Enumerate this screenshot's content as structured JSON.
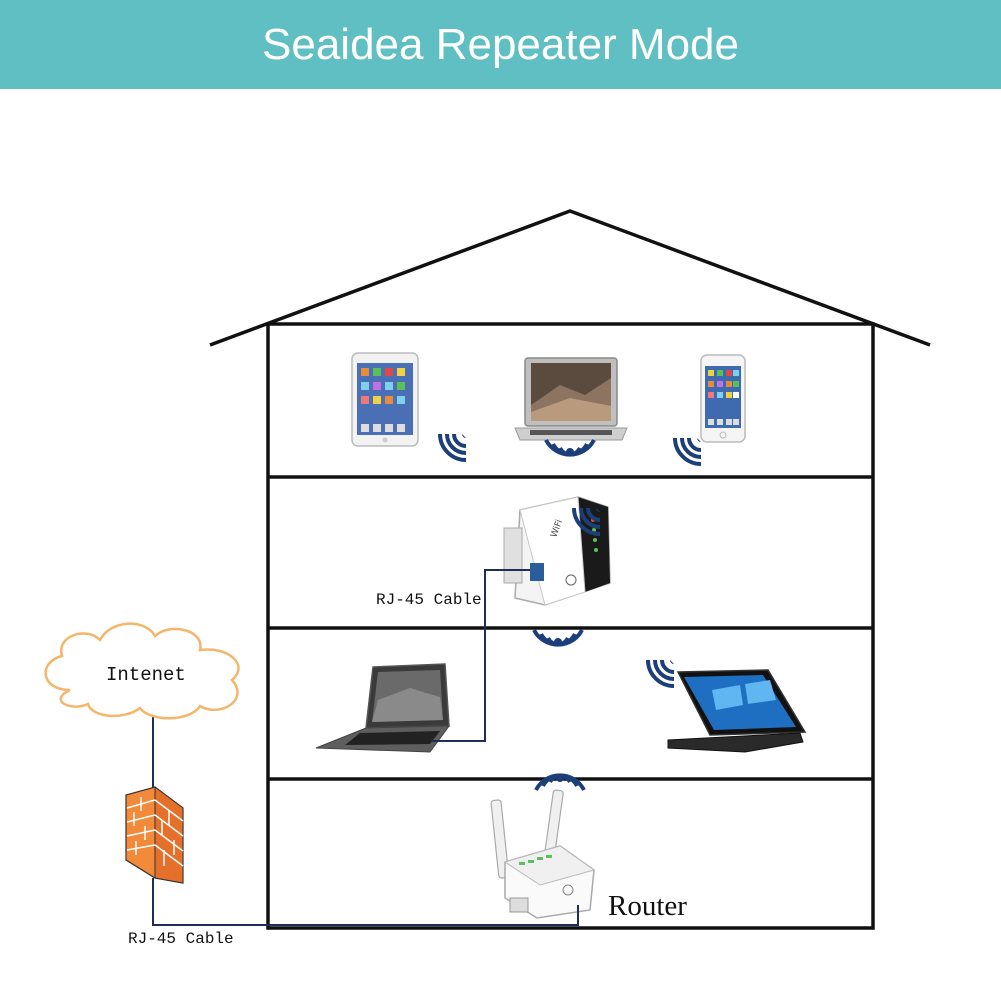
{
  "header": {
    "title": "Seaidea Repeater Mode",
    "background_color": "#5fbfc2"
  },
  "labels": {
    "internet": "Intenet",
    "rj45_top": "RJ-45 Cable",
    "rj45_bottom": "RJ-45 Cable",
    "router": "Router"
  },
  "colors": {
    "wifi_signal": "#1c3f7a",
    "cloud_outline": "#f3b66b",
    "firewall": "#f28a3a",
    "cable": "#1f2d5c"
  },
  "icons": [
    "tablet-icon",
    "laptop-icon",
    "smartphone-icon",
    "wifi-repeater-icon",
    "laptop-icon",
    "convertible-laptop-icon",
    "router-icon",
    "cloud-icon",
    "firewall-icon",
    "wifi-signal-icon"
  ]
}
